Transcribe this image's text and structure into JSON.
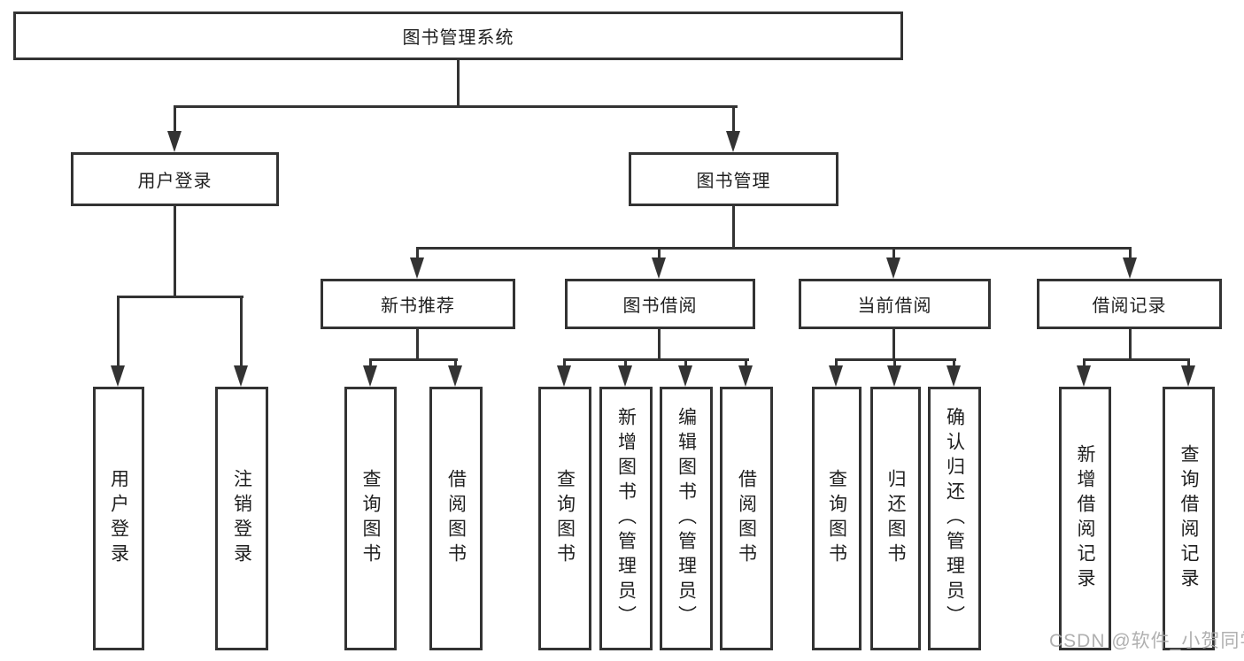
{
  "diagram": {
    "title": "图书管理系统",
    "branches": [
      {
        "label": "用户登录",
        "children": [
          "用户登录",
          "注销登录"
        ]
      },
      {
        "label": "图书管理",
        "sections": [
          {
            "label": "新书推荐",
            "children": [
              "查询图书",
              "借阅图书"
            ]
          },
          {
            "label": "图书借阅",
            "children": [
              "查询图书",
              "新增图书（管理员）",
              "编辑图书（管理员）",
              "借阅图书"
            ]
          },
          {
            "label": "当前借阅",
            "children": [
              "查询图书",
              "归还图书",
              "确认归还（管理员）"
            ]
          },
          {
            "label": "借阅记录",
            "children": [
              "新增借阅记录",
              "查询借阅记录"
            ]
          }
        ]
      }
    ]
  },
  "watermark": {
    "text": "CSDN @软件_小贺同学"
  },
  "colors": {
    "line": "#333333",
    "text": "#1f1f1f",
    "background": "#ffffff",
    "watermark": "#a8a8a8"
  }
}
